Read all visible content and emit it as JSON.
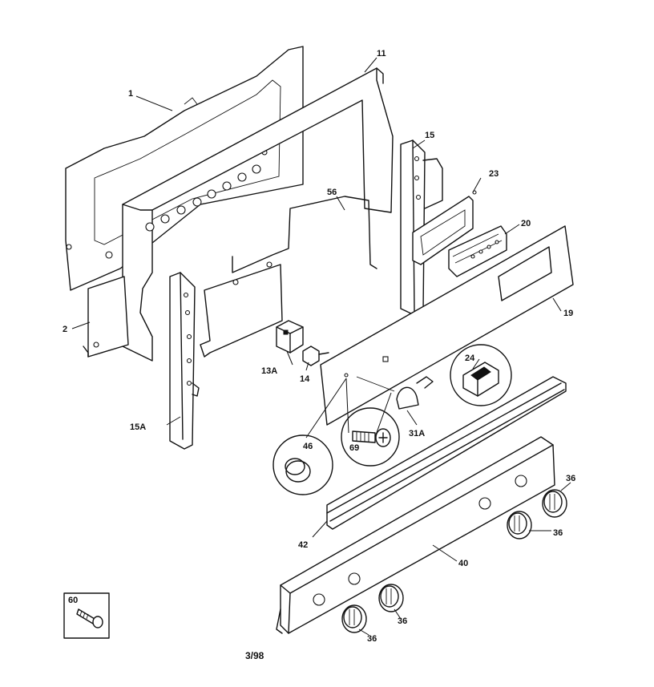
{
  "callouts": {
    "p1": "1",
    "p2": "2",
    "p11": "11",
    "p13a": "13A",
    "p14": "14",
    "p15": "15",
    "p15a": "15A",
    "p19": "19",
    "p20": "20",
    "p23": "23",
    "p24": "24",
    "p31a": "31A",
    "p36": "36",
    "p40": "40",
    "p42": "42",
    "p46": "46",
    "p56": "56",
    "p60": "60",
    "p69": "69"
  },
  "footer": {
    "date_code": "3/98"
  }
}
